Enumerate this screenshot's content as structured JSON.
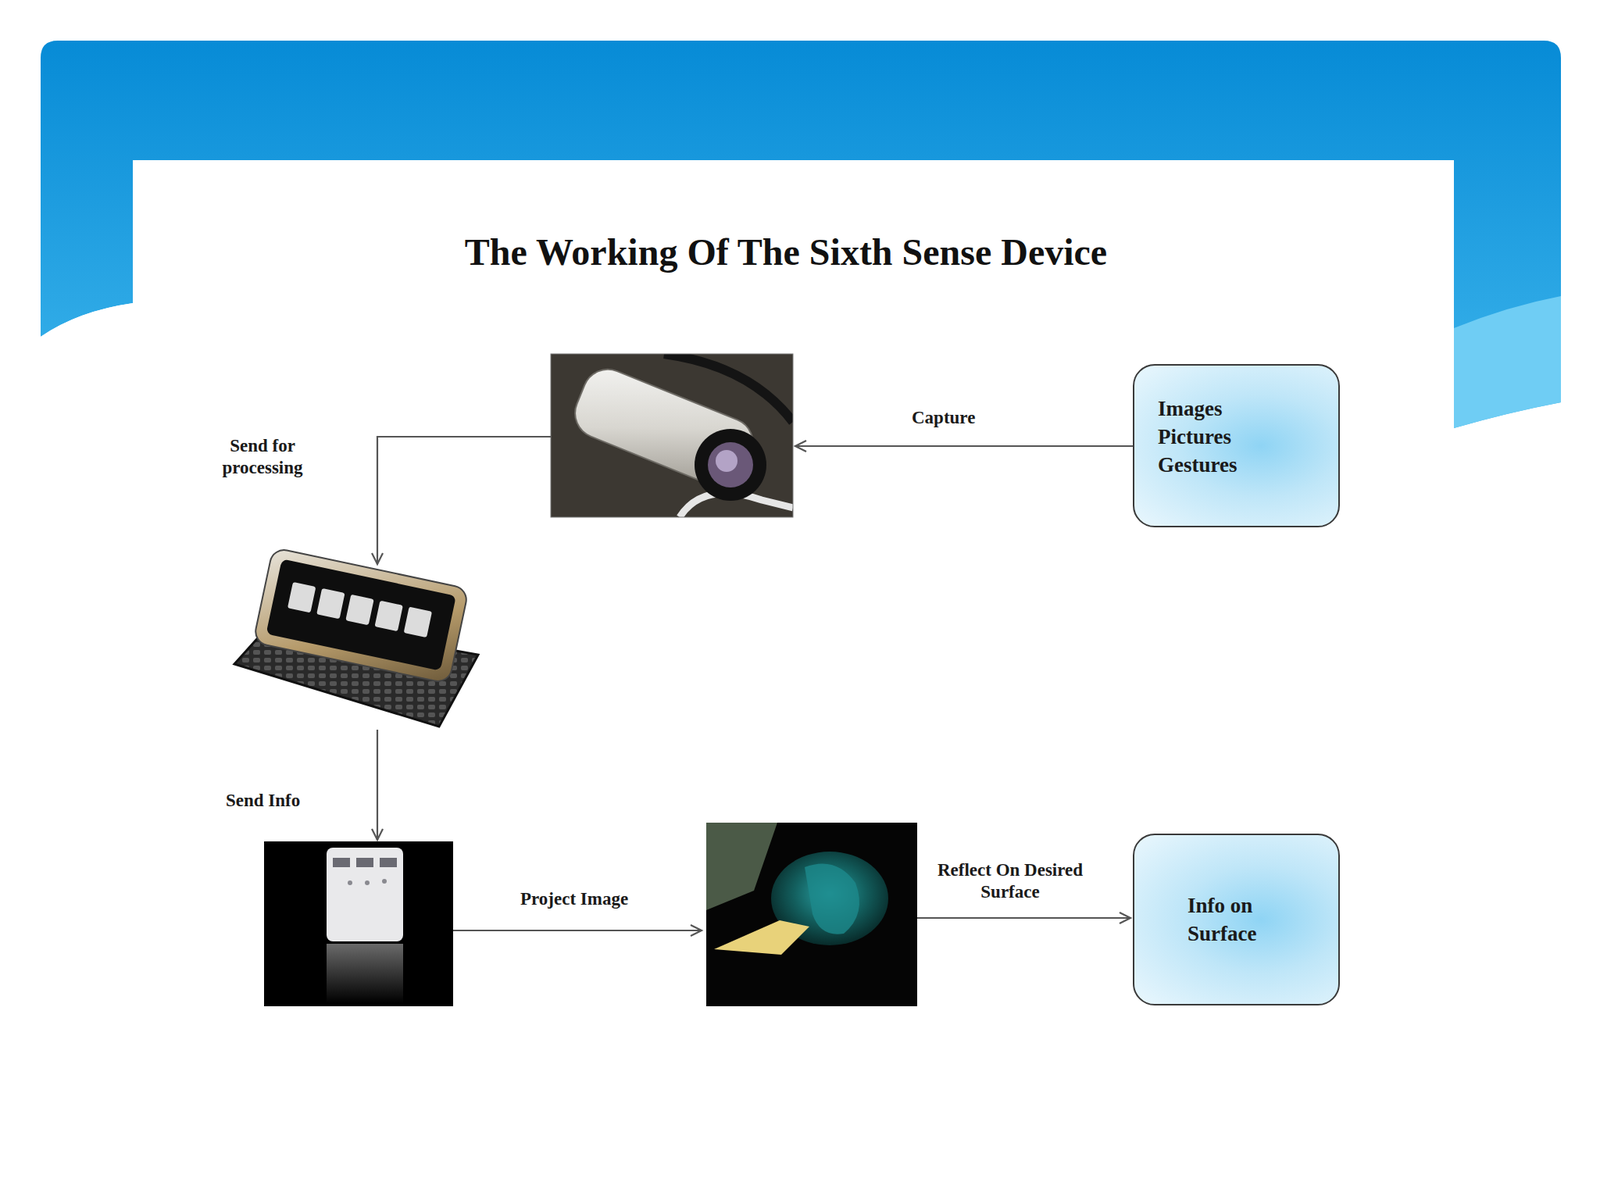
{
  "diagram": {
    "title": "The Working Of The Sixth Sense Device",
    "nodes": [
      {
        "text": [
          "Images Pictures Gestures"
        ]
      },
      {
        "text": [
          "Info on Surface"
        ]
      }
    ],
    "labels": [
      "Capture",
      "Send for processing",
      "Send Info",
      "Project Image",
      "Reflect On Desired Surface"
    ]
  }
}
